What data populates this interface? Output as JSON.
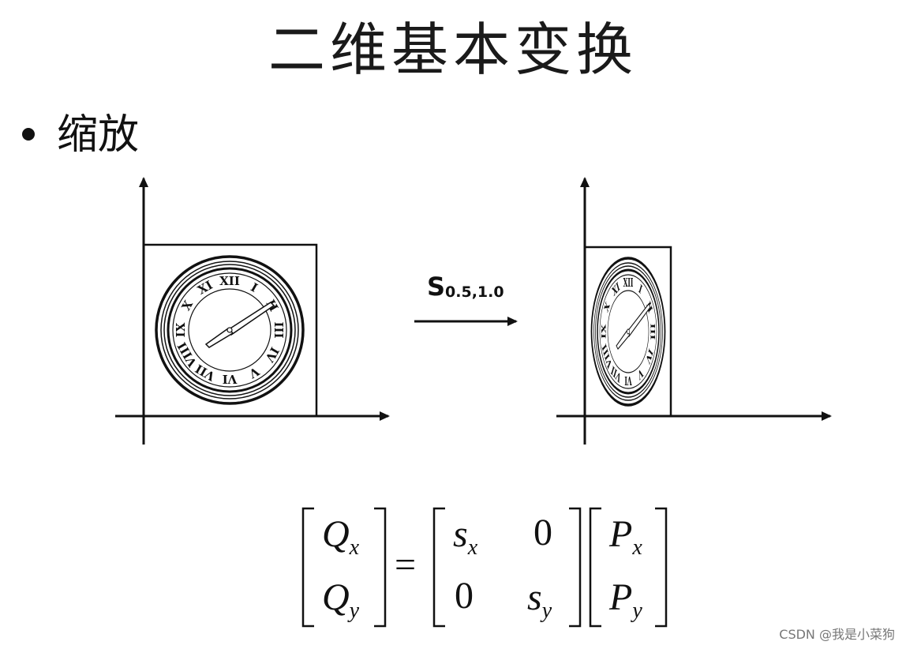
{
  "title": "二维基本变换",
  "bullet": "缩放",
  "transform": {
    "symbol": "S",
    "subscript": "0.5,1.0"
  },
  "equation": {
    "lhs": [
      [
        "Q",
        "x"
      ],
      [
        "Q",
        "y"
      ]
    ],
    "matrix": [
      [
        [
          "s",
          "x"
        ],
        [
          "0",
          ""
        ]
      ],
      [
        [
          "0",
          ""
        ],
        [
          "s",
          "y"
        ]
      ]
    ],
    "rhs": [
      [
        "P",
        "x"
      ],
      [
        "P",
        "y"
      ]
    ],
    "equals": "="
  },
  "clock": {
    "numerals": [
      "XII",
      "I",
      "II",
      "III",
      "IV",
      "V",
      "VI",
      "VII",
      "VIII",
      "IX",
      "X",
      "XI"
    ]
  },
  "watermark": "CSDN @我是小菜狗"
}
